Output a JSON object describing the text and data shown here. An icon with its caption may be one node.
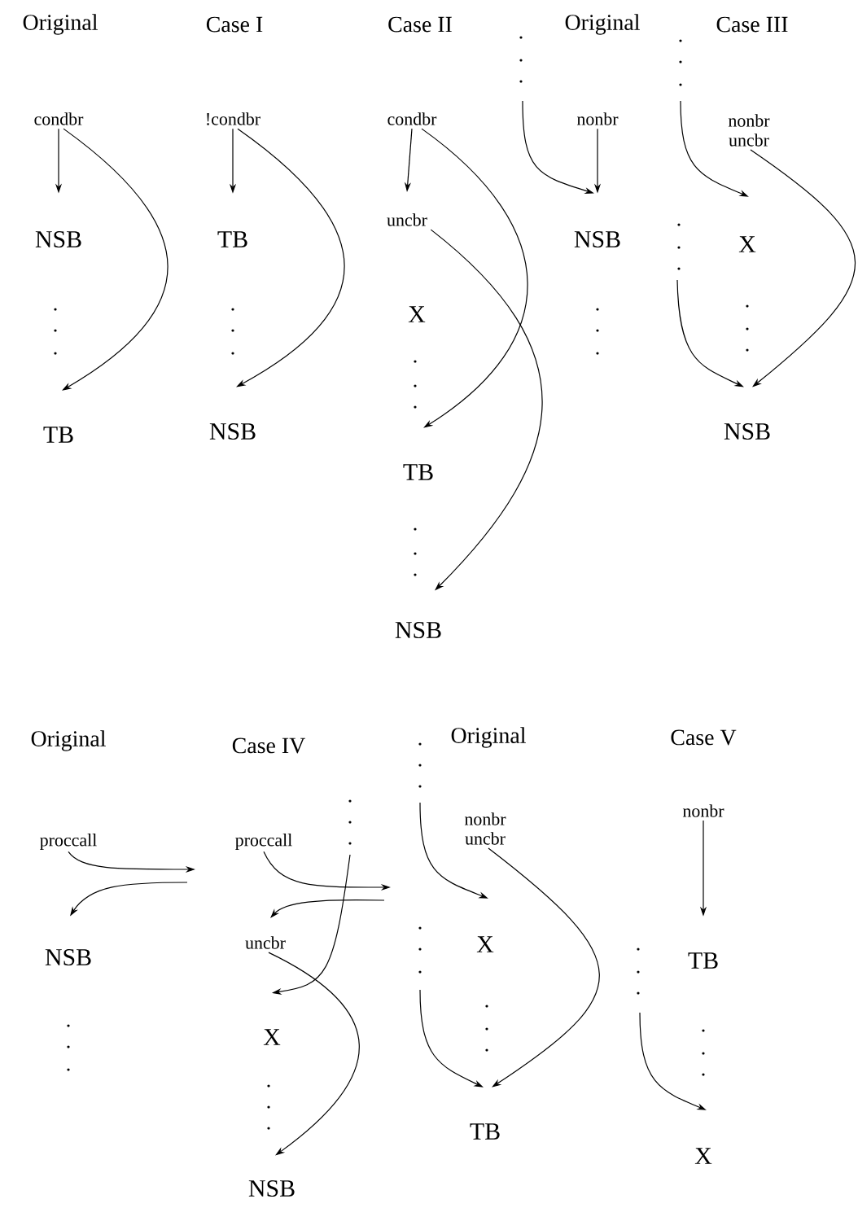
{
  "diagram": {
    "nodes": [
      {
        "text": [
          "condbr"
        ]
      },
      {
        "text": [
          "NSB"
        ]
      },
      {
        "text": [
          "TB"
        ]
      },
      {
        "text": [
          "!condbr"
        ]
      },
      {
        "text": [
          "TB"
        ]
      },
      {
        "text": [
          "NSB"
        ]
      },
      {
        "text": [
          "condbr"
        ]
      },
      {
        "text": [
          "uncbr"
        ]
      },
      {
        "text": [
          "X"
        ]
      },
      {
        "text": [
          "TB"
        ]
      },
      {
        "text": [
          "NSB"
        ]
      },
      {
        "text": [
          "nonbr"
        ]
      },
      {
        "text": [
          "NSB"
        ]
      },
      {
        "text": [
          "nonbr",
          "uncbr"
        ]
      },
      {
        "text": [
          "X"
        ]
      },
      {
        "text": [
          "NSB"
        ]
      },
      {
        "text": [
          "proccall"
        ]
      },
      {
        "text": [
          "NSB"
        ]
      },
      {
        "text": [
          "proccall"
        ]
      },
      {
        "text": [
          "uncbr"
        ]
      },
      {
        "text": [
          "X"
        ]
      },
      {
        "text": [
          "NSB"
        ]
      },
      {
        "text": [
          "nonbr",
          "uncbr"
        ]
      },
      {
        "text": [
          "X"
        ]
      },
      {
        "text": [
          "TB"
        ]
      },
      {
        "text": [
          "nonbr"
        ]
      },
      {
        "text": [
          "TB"
        ]
      },
      {
        "text": [
          "X"
        ]
      }
    ],
    "edges": [
      {
        "from": 0,
        "to": 1,
        "arrow": "to"
      },
      {
        "from": 0,
        "to": 2,
        "arrow": "to"
      },
      {
        "from": 3,
        "to": 4,
        "arrow": "to"
      },
      {
        "from": 3,
        "to": 5,
        "arrow": "to"
      },
      {
        "from": 6,
        "to": 7,
        "arrow": "to"
      },
      {
        "from": 6,
        "to": 9,
        "arrow": "to"
      },
      {
        "from": 7,
        "to": 10,
        "arrow": "to"
      },
      {
        "from": 11,
        "to": 12,
        "arrow": "to"
      },
      {
        "from": null,
        "to": 12,
        "arrow": "to"
      },
      {
        "from": null,
        "to": 14,
        "arrow": "to"
      },
      {
        "from": 13,
        "to": 15,
        "arrow": "to"
      },
      {
        "from": null,
        "to": 15,
        "arrow": "to"
      },
      {
        "from": 16,
        "to": null,
        "arrow": "to"
      },
      {
        "from": null,
        "to": 17,
        "arrow": "to"
      },
      {
        "from": 18,
        "to": null,
        "arrow": "to"
      },
      {
        "from": null,
        "to": 19,
        "arrow": "to"
      },
      {
        "from": null,
        "to": 20,
        "arrow": "to"
      },
      {
        "from": 19,
        "to": 21,
        "arrow": "to"
      },
      {
        "from": null,
        "to": 23,
        "arrow": "to"
      },
      {
        "from": 22,
        "to": 24,
        "arrow": "to"
      },
      {
        "from": null,
        "to": 24,
        "arrow": "to"
      },
      {
        "from": 25,
        "to": 26,
        "arrow": "to"
      },
      {
        "from": null,
        "to": 27,
        "arrow": "to"
      }
    ],
    "labels": [
      "Original",
      "Case I",
      "Case II",
      "Original",
      "Case III",
      "Original",
      "Case IV",
      "Original",
      "Case V"
    ]
  }
}
